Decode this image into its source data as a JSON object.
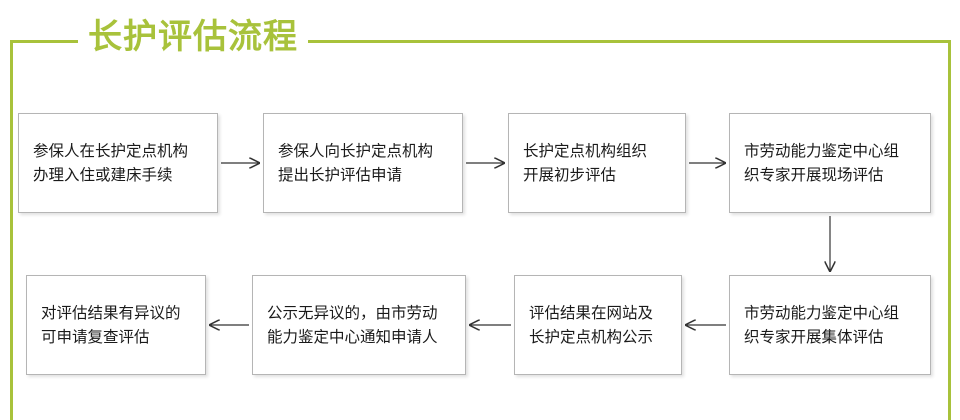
{
  "title": "长护评估流程",
  "colors": {
    "accent": "#a8c23b",
    "box_border": "#b5b5b5",
    "arrow": "#333333"
  },
  "steps": [
    {
      "text": "参保人在长护定点机构\n办理入住或建床手续"
    },
    {
      "text": "参保人向长护定点机构\n提出长护评估申请"
    },
    {
      "text": "长护定点机构组织\n开展初步评估"
    },
    {
      "text": "市劳动能力鉴定中心组\n织专家开展现场评估"
    },
    {
      "text": "市劳动能力鉴定中心组\n织专家开展集体评估"
    },
    {
      "text": "评估结果在网站及\n长护定点机构公示"
    },
    {
      "text": "公示无异议的，由市劳动\n能力鉴定中心通知申请人"
    },
    {
      "text": "对评估结果有异议的\n可申请复查评估"
    }
  ]
}
